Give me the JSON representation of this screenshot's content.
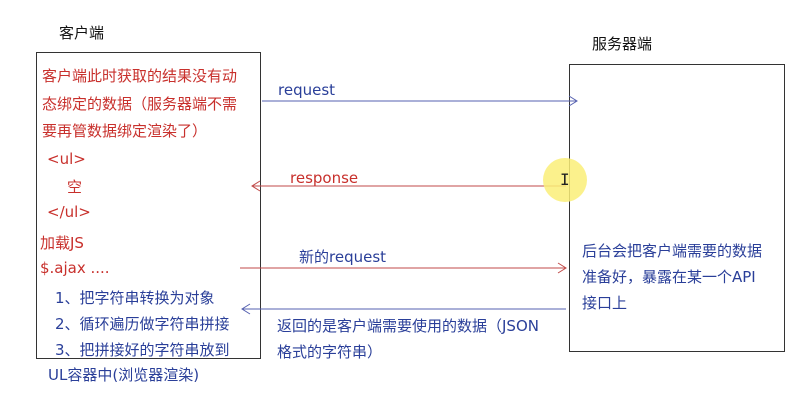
{
  "client": {
    "title": "客户端",
    "description_lines": [
      "客户端此时获取的结果没有动",
      "态绑定的数据（服务器端不需",
      "要再管数据绑定渲染了）"
    ],
    "ul_open": "<ul>",
    "ul_content": "空",
    "ul_close": "</ul>",
    "load_js": "加载JS",
    "ajax": "$.ajax ....",
    "steps": [
      "1、把字符串转换为对象",
      "2、循环遍历做字符串拼接",
      "3、把拼接好的字符串放到"
    ],
    "steps_tail": "UL容器中(浏览器渲染)"
  },
  "server": {
    "title": "服务器端",
    "description_lines": [
      "后台会把客户端需要的数据",
      "准备好，暴露在某一个API",
      "接口上"
    ]
  },
  "arrows": {
    "request": "request",
    "response": "response",
    "new_request": "新的request",
    "return_lines": [
      "返回的是客户端需要使用的数据（JSON",
      "格式的字符串）"
    ]
  },
  "colors": {
    "request": "#5560b0",
    "response": "#c04a48",
    "box_border": "#333333"
  }
}
